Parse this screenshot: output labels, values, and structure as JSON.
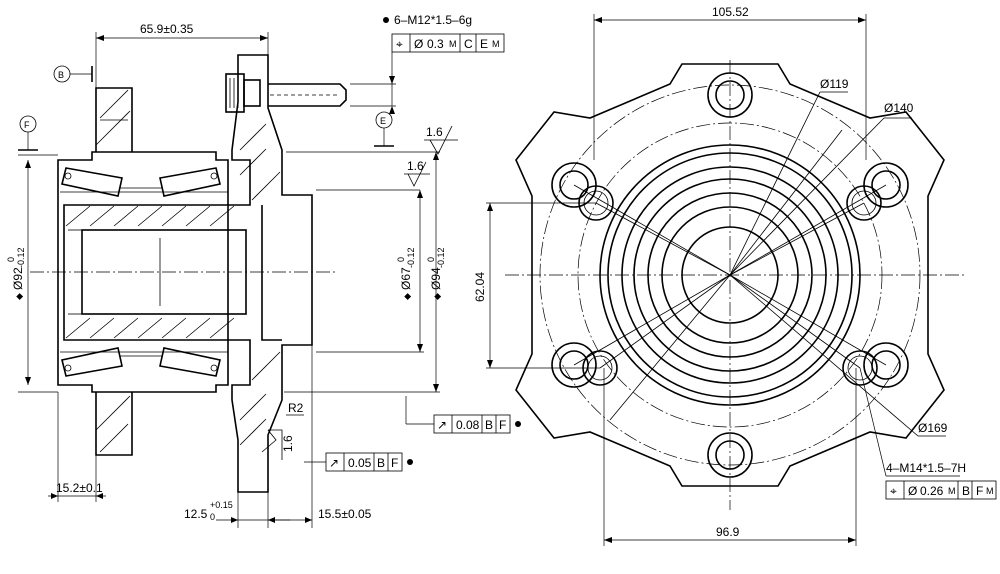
{
  "drawing": {
    "title": "",
    "dimensions": {
      "flange_offset": "65.9±0.35",
      "stud_spec": "6–M12*1.5–6g",
      "stud_tol_pos": "0.3",
      "stud_datum_c": "C",
      "stud_datum_e": "E",
      "datum_b": "B",
      "datum_f": "F",
      "datum_e_label": "E",
      "roughness_1": "1.6",
      "roughness_2": "1.6",
      "roughness_3": "1.6",
      "dia_92": "Ø92",
      "dia_92_upper": "0",
      "dia_92_lower": "-0.12",
      "dia_67": "Ø67",
      "dia_67_upper": "0",
      "dia_67_lower": "-0.12",
      "dia_94": "Ø94",
      "dia_94_upper": "0",
      "dia_94_lower": "-0.12",
      "radius_r2": "R2",
      "runout_1": "0.08",
      "runout_1_b": "B",
      "runout_1_f": "F",
      "runout_2": "0.05",
      "runout_2_b": "B",
      "runout_2_f": "F",
      "width_15_2": "15.2±0.1",
      "flange_12_5": "12.5",
      "flange_12_5_upper": "+0.15",
      "flange_12_5_lower": "0",
      "pilot_15_5": "15.5±0.05",
      "width_105": "105.52",
      "dia_119": "Ø119",
      "dia_140": "Ø140",
      "dim_62": "62.04",
      "dia_169": "Ø169",
      "hole_spec": "4–M14*1.5–7H",
      "hole_tol_pos": "0.26",
      "hole_datum_b": "B",
      "hole_datum_f": "F",
      "width_96_9": "96.9"
    },
    "symbols": {
      "position": "⌖",
      "diameter": "Ø",
      "mmc": "M",
      "runout": "↗",
      "diamond": "◆"
    }
  }
}
